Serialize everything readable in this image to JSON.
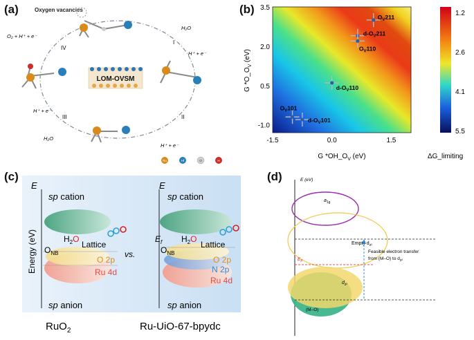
{
  "panels": {
    "a": {
      "letter": "(a)",
      "vacancy_label": "Oxygen vacancies",
      "center_label": "LOM-OVSM",
      "steps": [
        "I",
        "II",
        "III",
        "IV"
      ],
      "eq_top_left": "O₂ + H⁺ + e⁻",
      "eq_top_right_in": "H₂O",
      "eq_top_right_out": "H⁺ + e⁻",
      "eq_right_out": "H⁺ + e⁻",
      "eq_bottom_left_in": "H⁺ + e⁻",
      "eq_bottom_left_out": "H₂O",
      "legend": [
        {
          "label": "Ru",
          "color": "#d98a1a"
        },
        {
          "label": "Hf",
          "color": "#2a7fb8"
        },
        {
          "label": "O",
          "color": "#d0d0d0"
        },
        {
          "label": "H",
          "color": "#c9302c"
        }
      ]
    },
    "b": {
      "letter": "(b)",
      "xlabel": "G *OH_O",
      "xlabel_sub": "V",
      "xlabel_tail": " (eV)",
      "ylabel": "G *O_O",
      "ylabel_sub": "V",
      "ylabel_tail": " (eV)",
      "colorbar_label": "ΔG_limiting",
      "colorbar_ticks": [
        "1.2",
        "2.6",
        "4.1",
        "5.5"
      ],
      "points": [
        {
          "name": "O",
          "sub": "V",
          "tail": "211",
          "x": 1.05,
          "y": 3.0
        },
        {
          "name": "d-O",
          "sub": "V",
          "tail": "211",
          "x": 0.65,
          "y": 2.4
        },
        {
          "name": "O",
          "sub": "V",
          "tail": "110",
          "x": 0.65,
          "y": 2.2
        },
        {
          "name": "d-O",
          "sub": "V",
          "tail": "110",
          "x": 0.0,
          "y": 0.6
        },
        {
          "name": "O",
          "sub": "V",
          "tail": "101",
          "x": -1.0,
          "y": -0.7
        },
        {
          "name": "d-O",
          "sub": "V",
          "tail": "101",
          "x": -0.75,
          "y": -0.8
        }
      ]
    },
    "c": {
      "letter": "(c)",
      "e_label": "E",
      "ef_label": "E",
      "ef_sub": "f",
      "sp_cation": "sp cation",
      "sp_anion": "sp anion",
      "energy_axis": "Energy (eV)",
      "h2o": "H",
      "h2o_sub": "2",
      "h2o_tail": "O",
      "lattice": "Lattice",
      "onb": "O",
      "onb_sub": "NB",
      "o2p": "O 2p",
      "n2p": "N 2p",
      "ru4d": "Ru 4d",
      "vs": "vs.",
      "left_name": "RuO",
      "left_name_sub": "2",
      "right_name": "Ru-UiO-67-bpydc"
    },
    "d": {
      "letter": "(d)",
      "e_axis": "E (eV)",
      "a1g": "a",
      "a1g_sub": "1g",
      "empty_dz2": "Empty d",
      "empty_dz2_sub": "z²",
      "ef": "E",
      "ef_sub": "F",
      "dz2": "d",
      "dz2_sub": "z²",
      "mo": "(M–O)",
      "transfer_line1": "Feasible electron transfer",
      "transfer_line2": "from (M–O) to d",
      "transfer_sub": "z²"
    }
  }
}
